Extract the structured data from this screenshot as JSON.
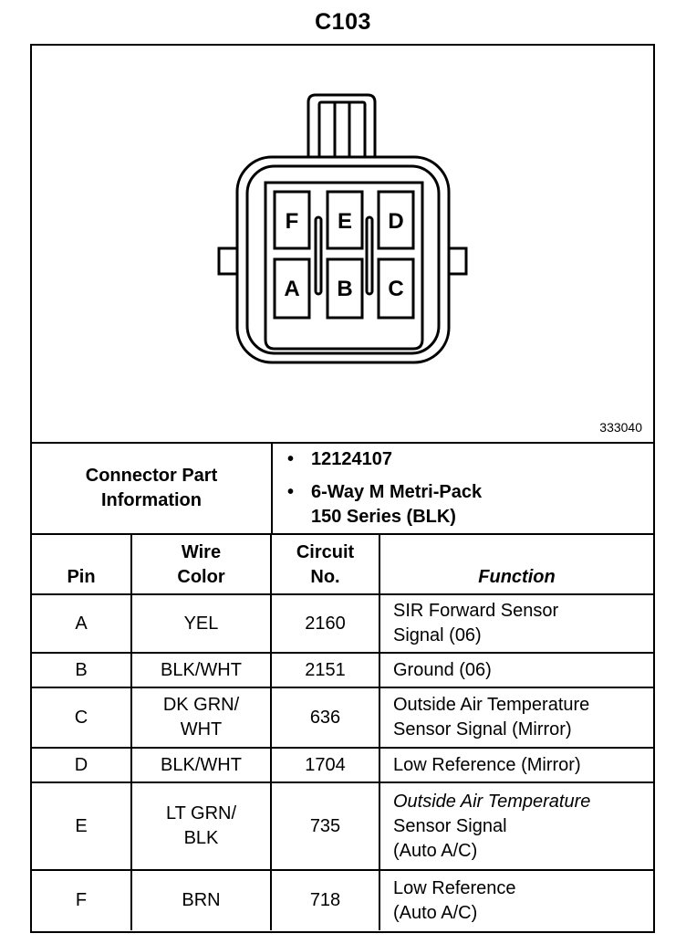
{
  "connector_id": "C103",
  "figure_id": "333040",
  "pin_labels_top": [
    "F",
    "E",
    "D"
  ],
  "pin_labels_bottom": [
    "A",
    "B",
    "C"
  ],
  "part_info": {
    "label_lines": [
      "Connector Part",
      "Information"
    ],
    "items": [
      {
        "bullet": "•",
        "lines": [
          "12124107"
        ]
      },
      {
        "bullet": "•",
        "lines": [
          "6-Way M Metri-Pack",
          "150 Series (BLK)"
        ]
      }
    ]
  },
  "table": {
    "headers": {
      "pin": "Pin",
      "wire_color": [
        "Wire",
        "Color"
      ],
      "circuit": [
        "Circuit",
        "No."
      ],
      "function": "Function"
    },
    "rows": [
      {
        "pin": "A",
        "wire": [
          "YEL"
        ],
        "circuit": "2160",
        "function": [
          "SIR Forward Sensor",
          "Signal (06)"
        ]
      },
      {
        "pin": "B",
        "wire": [
          "BLK/WHT"
        ],
        "circuit": "2151",
        "function": [
          "Ground (06)"
        ]
      },
      {
        "pin": "C",
        "wire": [
          "DK GRN/",
          "WHT"
        ],
        "circuit": "636",
        "function": [
          "Outside Air Temperature",
          "Sensor Signal (Mirror)"
        ]
      },
      {
        "pin": "D",
        "wire": [
          "BLK/WHT"
        ],
        "circuit": "1704",
        "function": [
          "Low Reference (Mirror)"
        ]
      },
      {
        "pin": "E",
        "wire": [
          "LT GRN/",
          "BLK"
        ],
        "circuit": "735",
        "function": [
          "Outside Air Temperature",
          "Sensor Signal",
          "(Auto A/C)"
        ]
      },
      {
        "pin": "F",
        "wire": [
          "BRN"
        ],
        "circuit": "718",
        "function": [
          "Low Reference",
          "(Auto A/C)"
        ]
      }
    ]
  }
}
